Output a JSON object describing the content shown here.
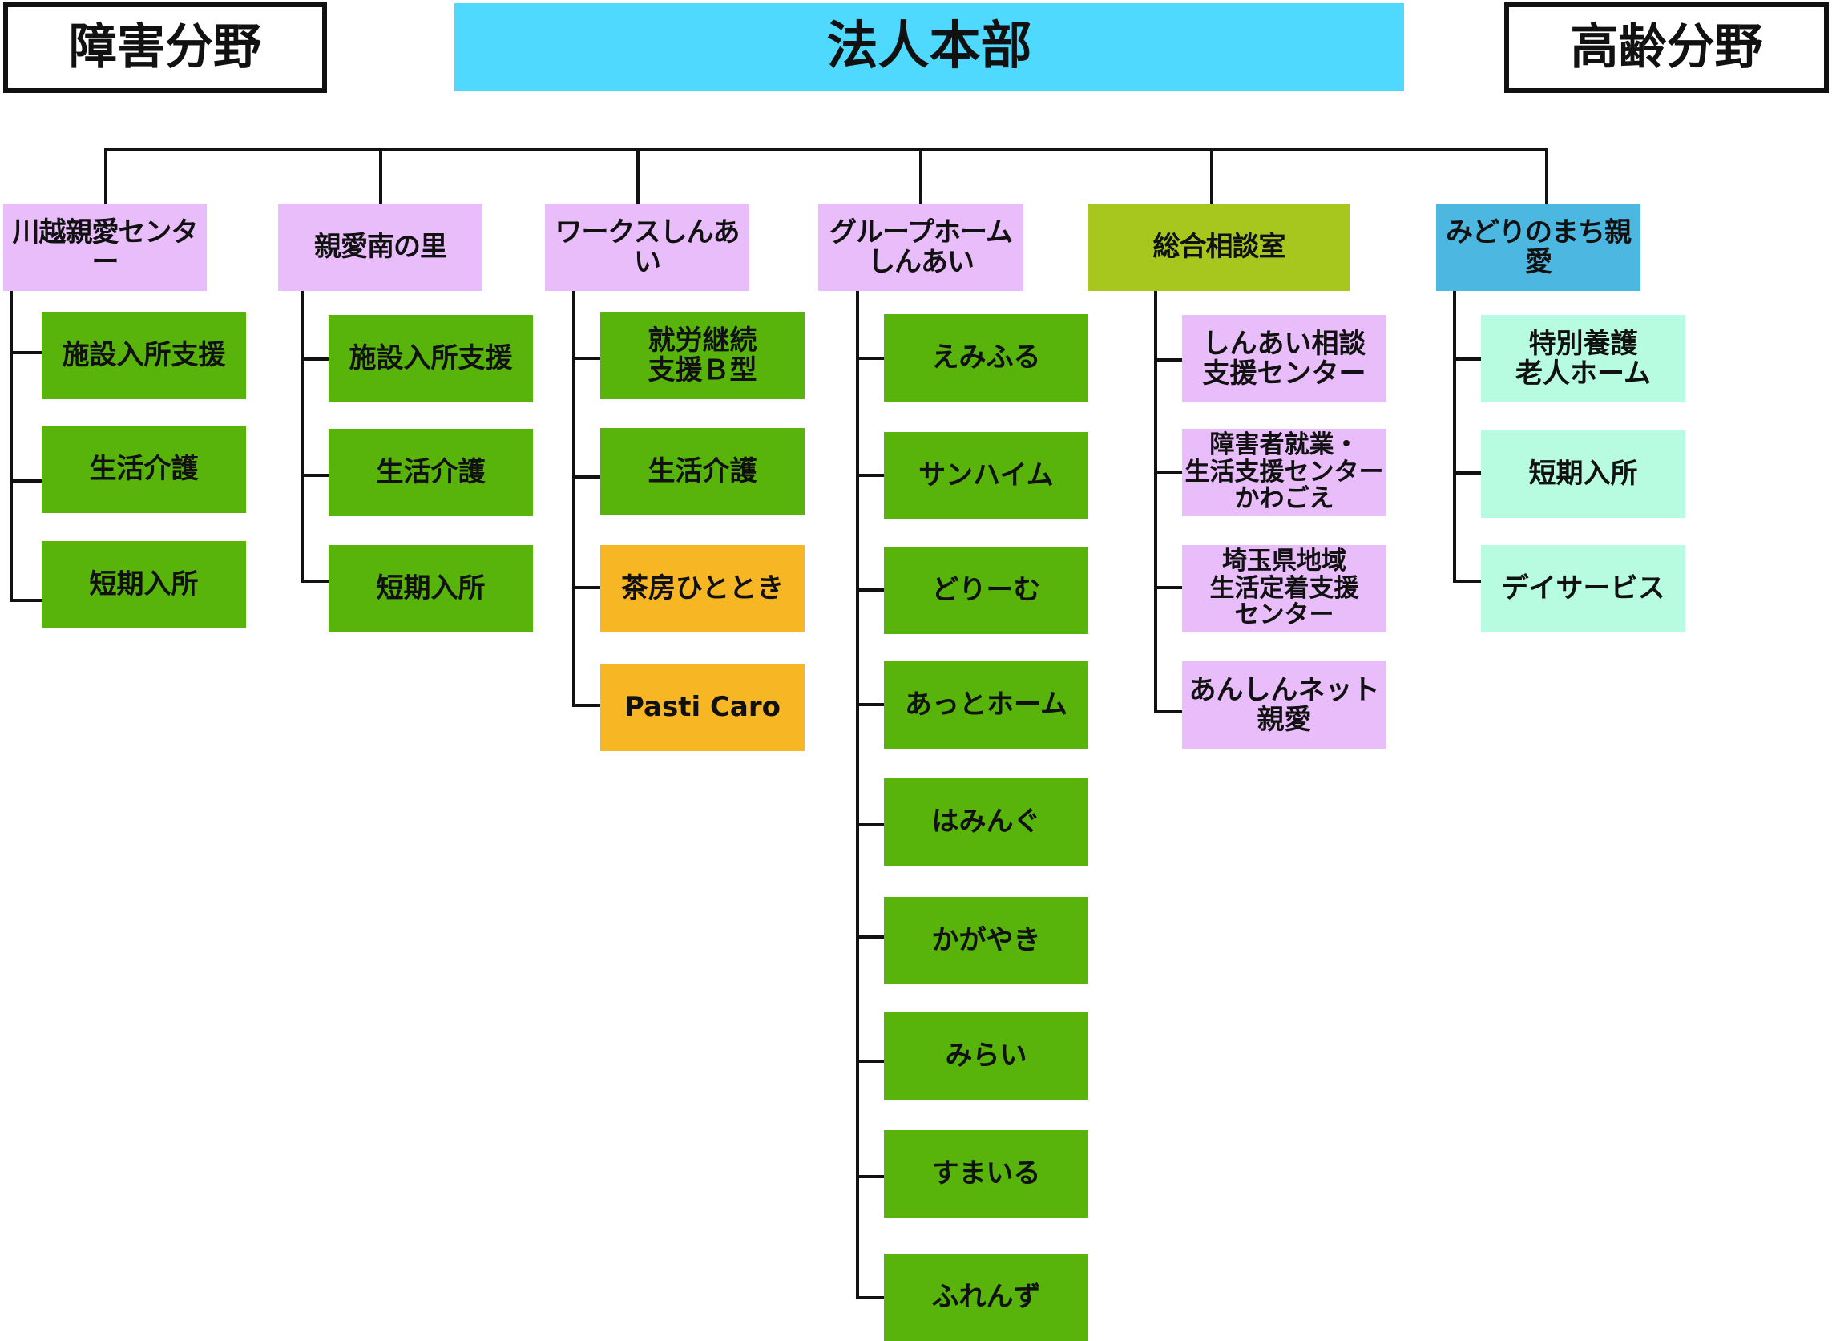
{
  "legend_left": "障害分野",
  "legend_right": "高齢分野",
  "headquarters": "法人本部",
  "units": [
    {
      "name": "川越親愛センター",
      "services": [
        "施設入所支援",
        "生活介護",
        "短期入所"
      ]
    },
    {
      "name": "親愛南の里",
      "services": [
        "施設入所支援",
        "生活介護",
        "短期入所"
      ]
    },
    {
      "name": "ワークスしんあい",
      "services": [
        "就労継続\n支援Ｂ型",
        "生活介護",
        "茶房ひととき",
        "Pasti Caro"
      ]
    },
    {
      "name": "グループホームしんあい",
      "services": [
        "えみふる",
        "サンハイム",
        "どりーむ",
        "あっとホーム",
        "はみんぐ",
        "かがやき",
        "みらい",
        "すまいる",
        "ふれんず"
      ]
    },
    {
      "name": "総合相談室",
      "services": [
        "しんあい相談\n支援センター",
        "障害者就業・\n生活支援センター\nかわごえ",
        "埼玉県地域\n生活定着支援\nセンター",
        "あんしんネット\n親愛"
      ]
    },
    {
      "name": "みどりのまち親愛",
      "services": [
        "特別養護\n老人ホーム",
        "短期入所",
        "デイサービス"
      ]
    }
  ],
  "colors": {
    "headquarters": "#4fd9ff",
    "disability_unit": "#e8bdfa",
    "consultation_unit": "#a8c71e",
    "elderly_unit": "#4cb7e0",
    "service_green": "#58b30a",
    "service_orange": "#f7b623",
    "consultation_service": "#e8bdfa",
    "elderly_service": "#b7fbe0"
  }
}
